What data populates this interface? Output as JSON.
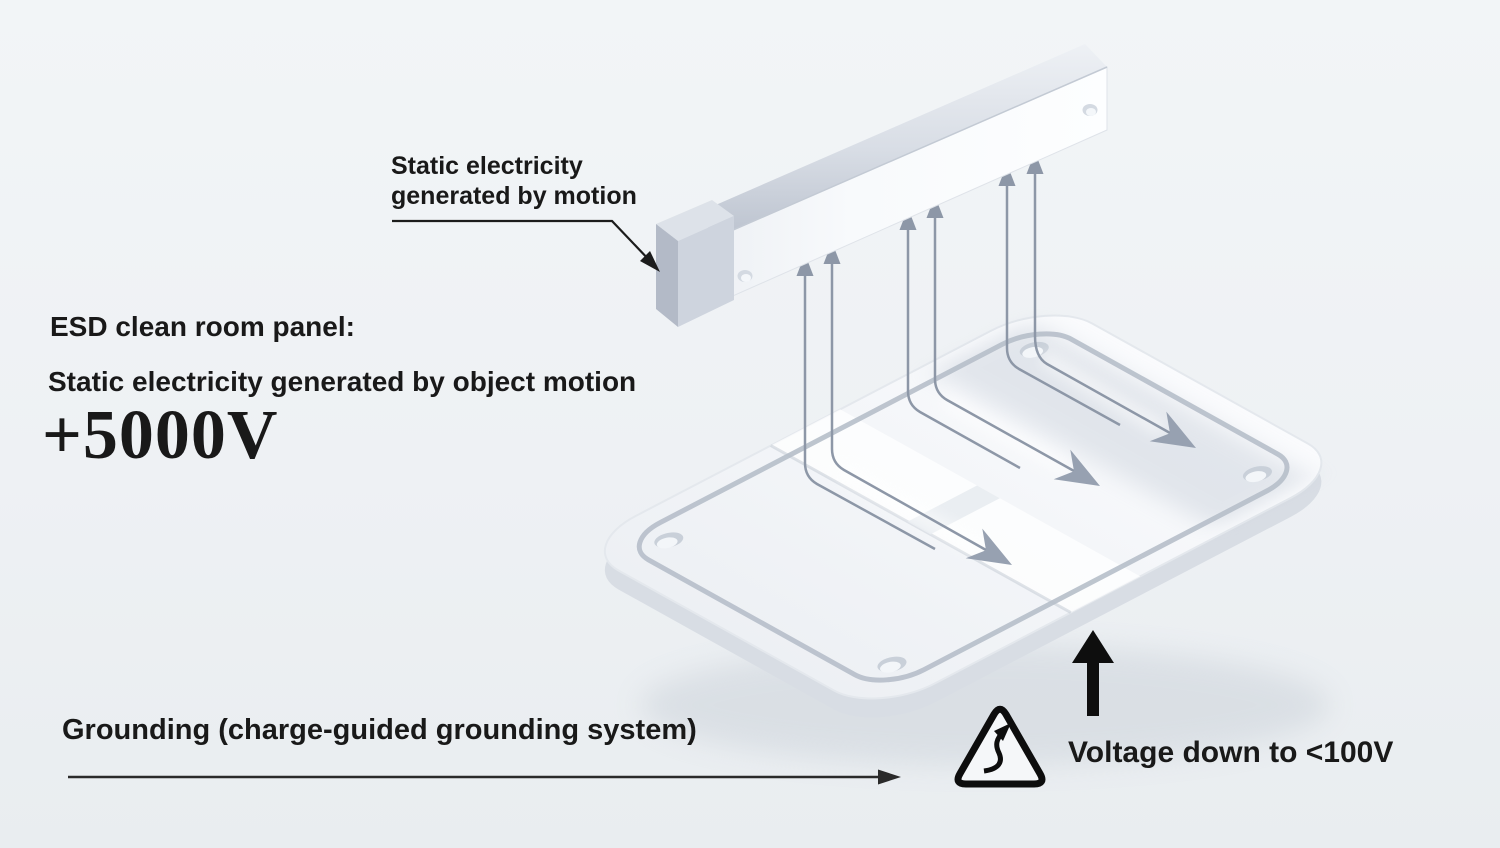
{
  "diagram": {
    "title_label": {
      "line1": "Static electricity",
      "line2": "generated by motion"
    },
    "panel_info": {
      "heading": "ESD clean room panel:",
      "subheading": "Static electricity generated by object motion",
      "voltage": "+5000V"
    },
    "grounding_label": "Grounding (charge-guided grounding system)",
    "result_label": "Voltage down to <100V",
    "icons": {
      "warning": "esd-warning-triangle-icon",
      "bolt": "lightning-bolt-icon",
      "result_arrow": "thick-up-arrow-icon",
      "flow_arrows": "charge-flow-arrow-icon"
    },
    "colors": {
      "background_top": "#f2f5f7",
      "background_bottom": "#e9edf0",
      "text": "#191919",
      "flow_arrow_line": "#8d97a7",
      "flow_arrowhead": "#97a1b1",
      "black_accent": "#111111",
      "panel_border_line": "#b7bfca",
      "panel_face": "#f8fafb",
      "bar_top_face": "#c3cad5"
    }
  }
}
